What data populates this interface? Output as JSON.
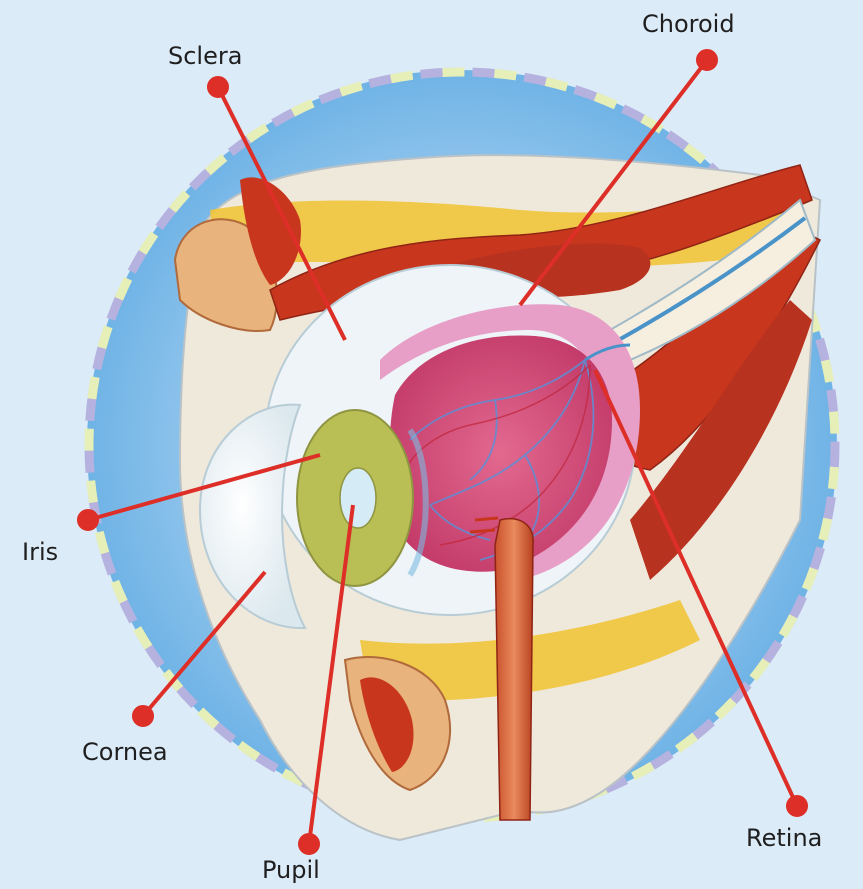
{
  "labels": {
    "sclera": "Sclera",
    "choroid": "Choroid",
    "iris": "Iris",
    "cornea": "Cornea",
    "pupil": "Pupil",
    "retina": "Retina"
  },
  "colors": {
    "background": "#dcebf8",
    "halo": "#6fb3e6",
    "leader_line": "#dd2e27",
    "retina": "#d94a78",
    "choroid": "#e79fc8",
    "iris": "#b9be55",
    "sclera": "#eef4f7",
    "muscle": "#c8361e",
    "fat": "#f0c53a"
  }
}
